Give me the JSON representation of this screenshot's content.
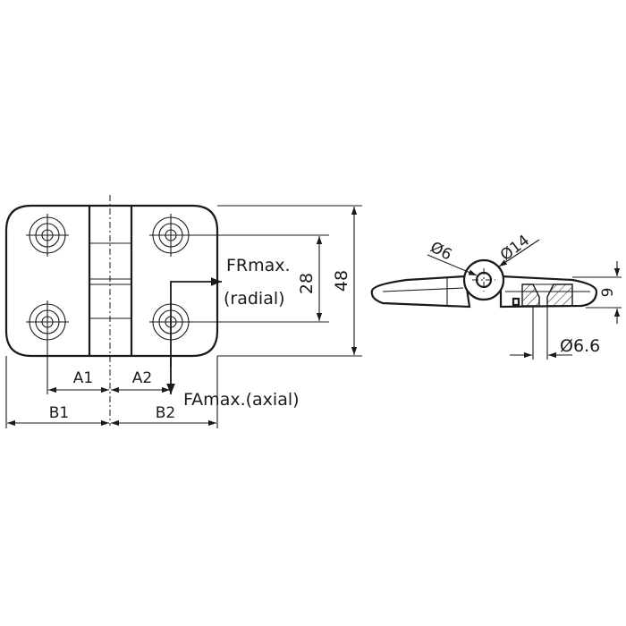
{
  "labels": {
    "a1": "A1",
    "a2": "A2",
    "b1": "B1",
    "b2": "B2",
    "dim_28": "28",
    "dim_48": "48",
    "fr_max": "FRmax.",
    "fr_radial": "(radial)",
    "fa_max_axial": "FAmax.(axial)",
    "dia_6": "Ø6",
    "dia_14": "Ø14",
    "dim_9": "9",
    "dia_6_6": "Ø6.6"
  }
}
